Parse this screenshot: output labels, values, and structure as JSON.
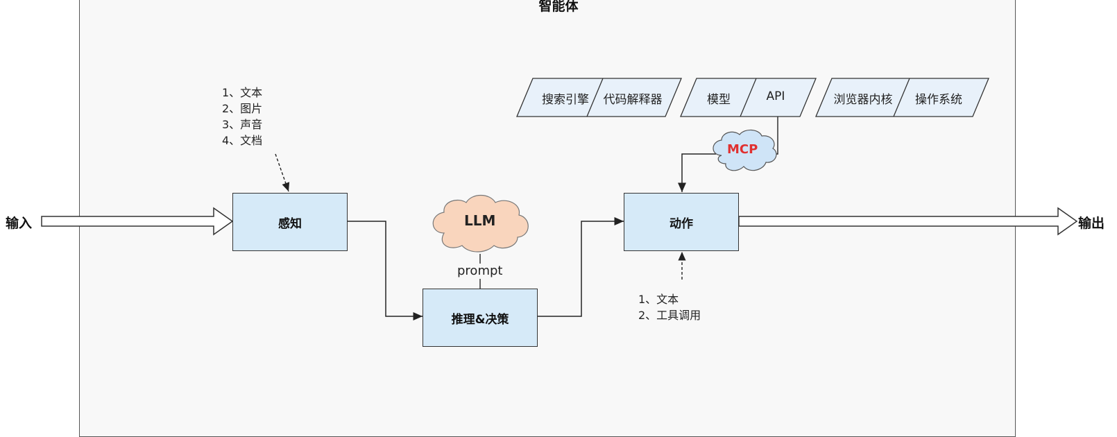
{
  "diagram": {
    "title": "智能体",
    "input_label": "输入",
    "output_label": "输出",
    "perception_label": "感知",
    "reasoning_label": "推理&决策",
    "action_label": "动作",
    "llm_label": "LLM",
    "prompt_label": "prompt",
    "mcp_label": "MCP",
    "perception_inputs": [
      "1、文本",
      "2、图片",
      "3、声音",
      "4、文档"
    ],
    "action_outputs": [
      "1、文本",
      "2、工具调用"
    ],
    "tool_groups": [
      {
        "tools": [
          "搜索引擎",
          "代码解释器"
        ]
      },
      {
        "tools": [
          "模型",
          "API"
        ]
      },
      {
        "tools": [
          "浏览器内核",
          "操作系统"
        ]
      }
    ]
  },
  "colors": {
    "box_fill": "#d6eaf8",
    "tool_fill": "#e8f1fa",
    "llm_cloud": "#f9d5bd",
    "mcp_cloud": "#cfe4f7",
    "mcp_text": "#e03030"
  }
}
